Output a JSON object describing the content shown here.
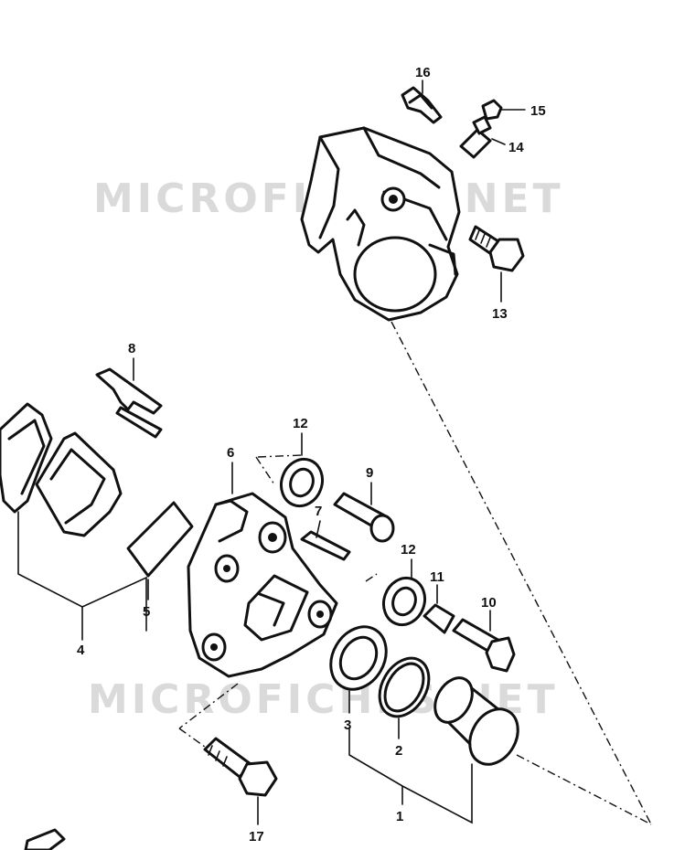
{
  "watermark": {
    "text": "MICROFICHES.NET"
  },
  "callouts": [
    {
      "id": "1",
      "label": "1"
    },
    {
      "id": "2",
      "label": "2"
    },
    {
      "id": "3",
      "label": "3"
    },
    {
      "id": "4",
      "label": "4"
    },
    {
      "id": "5",
      "label": "5"
    },
    {
      "id": "6",
      "label": "6"
    },
    {
      "id": "7",
      "label": "7"
    },
    {
      "id": "8",
      "label": "8"
    },
    {
      "id": "9",
      "label": "9"
    },
    {
      "id": "10",
      "label": "10"
    },
    {
      "id": "11",
      "label": "11"
    },
    {
      "id": "12a",
      "label": "12"
    },
    {
      "id": "12b",
      "label": "12"
    },
    {
      "id": "13",
      "label": "13"
    },
    {
      "id": "14",
      "label": "14"
    },
    {
      "id": "15",
      "label": "15"
    },
    {
      "id": "16",
      "label": "16"
    },
    {
      "id": "17",
      "label": "17"
    }
  ]
}
